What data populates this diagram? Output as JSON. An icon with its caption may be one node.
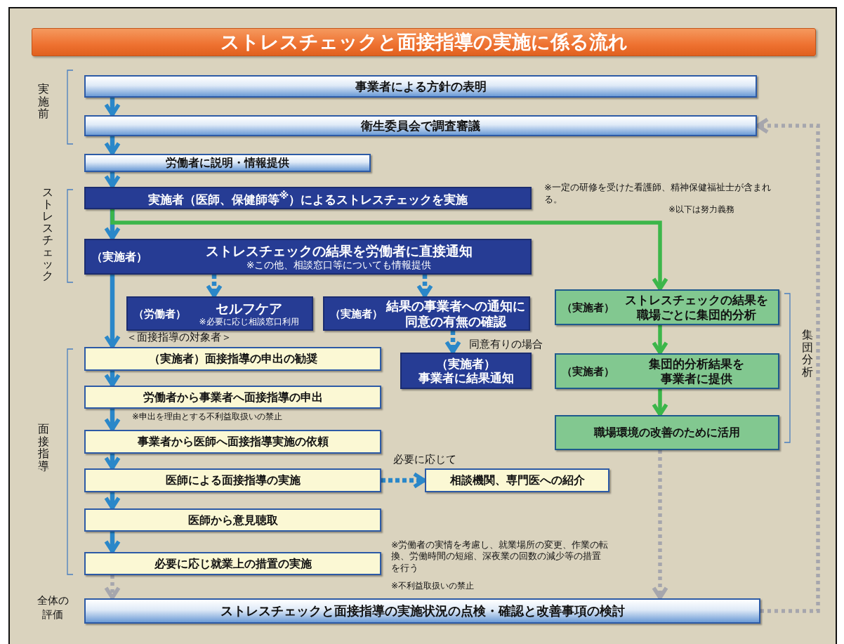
{
  "diagram": {
    "title": "ストレスチェックと面接指導の実施に係る流れ",
    "nodes": [
      {
        "text": [
          "事業者による方針の表明"
        ]
      },
      {
        "text": [
          "衛生委員会で調査審議"
        ]
      },
      {
        "text": [
          "労働者に説明・情報提供"
        ]
      },
      {
        "text": [
          "実施者（医師、保健師等$^{※}$）によるストレスチェックを実施"
        ]
      },
      {
        "text": [
          "（実施者）",
          "ストレスチェックの結果を労働者に直接通知",
          "※この他、相談窓口等についても情報提供"
        ]
      },
      {
        "text": [
          "（労働者）",
          "セルフケア",
          "※必要に応じ相談窓口利用"
        ]
      },
      {
        "text": [
          "（実施者）",
          "結果の事業者への通知に同意の有無の確認"
        ]
      },
      {
        "text": [
          "（実施者）",
          "事業者に結果通知"
        ]
      },
      {
        "text": [
          "（実施者）",
          "ストレスチェックの結果を職場ごとに集団的分析"
        ]
      },
      {
        "text": [
          "（実施者）",
          "集団的分析結果を事業者に提供"
        ]
      },
      {
        "text": [
          "職場環境の改善のために活用"
        ]
      },
      {
        "text": [
          "（実施者）面接指導の申出の勧奨"
        ]
      },
      {
        "text": [
          "労働者から事業者へ面接指導の申出"
        ]
      },
      {
        "text": [
          "事業者から医師へ面接指導実施の依頼"
        ]
      },
      {
        "text": [
          "医師による面接指導の実施"
        ]
      },
      {
        "text": [
          "相談機関、専門医への紹介"
        ]
      },
      {
        "text": [
          "医師から意見聴取"
        ]
      },
      {
        "text": [
          "必要に応じ就業上の措置の実施"
        ]
      },
      {
        "text": [
          "ストレスチェックと面接指導の実施状況の点検・確認と改善事項の検討"
        ]
      }
    ],
    "edges": [
      {
        "from": 0,
        "to": 1,
        "arrow": "to"
      },
      {
        "from": 1,
        "to": 2,
        "arrow": "to"
      },
      {
        "from": 2,
        "to": 3,
        "arrow": "to"
      },
      {
        "from": 3,
        "to": 4,
        "arrow": "to"
      },
      {
        "from": 3,
        "to": 8,
        "arrow": "to",
        "color": "#3cb64a"
      },
      {
        "from": 4,
        "to": 5,
        "arrow": "to",
        "style": "dashed"
      },
      {
        "from": 4,
        "to": 6,
        "arrow": "to",
        "style": "dashed"
      },
      {
        "from": 4,
        "to": 11,
        "arrow": "to"
      },
      {
        "from": 6,
        "to": 7,
        "arrow": "to",
        "style": "dashed",
        "label": "同意有りの場合"
      },
      {
        "from": 8,
        "to": 9,
        "arrow": "to",
        "color": "#3cb64a"
      },
      {
        "from": 9,
        "to": 10,
        "arrow": "to",
        "color": "#3cb64a"
      },
      {
        "from": 11,
        "to": 12,
        "arrow": "to"
      },
      {
        "from": 12,
        "to": 13,
        "arrow": "to"
      },
      {
        "from": 13,
        "to": 14,
        "arrow": "to"
      },
      {
        "from": 14,
        "to": 15,
        "arrow": "to",
        "style": "dashed",
        "label": "必要に応じて"
      },
      {
        "from": 14,
        "to": 16,
        "arrow": "to"
      },
      {
        "from": 16,
        "to": 17,
        "arrow": "to"
      },
      {
        "from": 17,
        "to": 18,
        "arrow": "to",
        "style": "dashed",
        "color": "#a6a6ad"
      },
      {
        "from": 10,
        "to": 18,
        "arrow": "to",
        "style": "dashed",
        "color": "#a6a6ad"
      },
      {
        "from": 18,
        "to": 1,
        "arrow": "to",
        "style": "dashed",
        "color": "#a6a6ad"
      }
    ],
    "labels": [
      "実施前",
      "※一定の研修を受けた看護師、精神保健福祉士が含まれる。",
      "※以下は努力義務",
      "ストレスチェック",
      "＜面接指導の対象者＞",
      "集団分析",
      "面接指導",
      "※申出を理由とする不利益取扱いの禁止",
      "※労働者の実情を考慮し、就業場所の変更、作業の転換、労働時間の短縮、深夜業の回数の減少等の措置を行う",
      "※不利益取扱いの禁止",
      "全体の評価"
    ]
  }
}
